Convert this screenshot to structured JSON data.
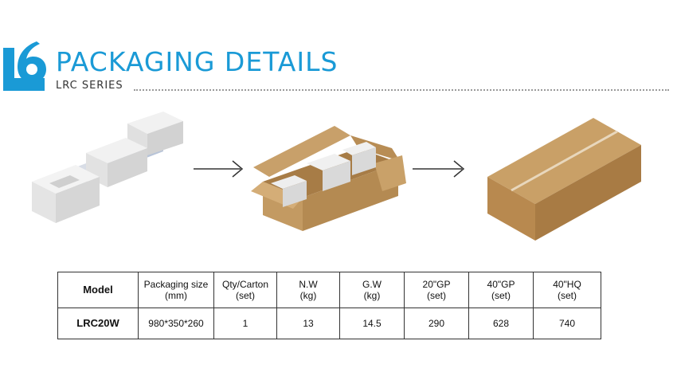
{
  "header": {
    "title": "PACKAGING DETAILS",
    "subtitle": "LRC SERIES",
    "logo_icon": "number-six-badge-icon",
    "accent_color": "#1a9ad6"
  },
  "illustrations": [
    {
      "icon": "foam-packed-light-icon"
    },
    {
      "icon": "arrow-right-icon"
    },
    {
      "icon": "open-carton-box-icon"
    },
    {
      "icon": "arrow-right-icon"
    },
    {
      "icon": "closed-carton-box-icon"
    }
  ],
  "table": {
    "headers": [
      {
        "line1": "Model",
        "line2": ""
      },
      {
        "line1": "Packaging size",
        "line2": "(mm)"
      },
      {
        "line1": "Qty/Carton",
        "line2": "(set)"
      },
      {
        "line1": "N.W",
        "line2": "(kg)"
      },
      {
        "line1": "G.W",
        "line2": "(kg)"
      },
      {
        "line1": "20\"GP",
        "line2": "(set)"
      },
      {
        "line1": "40\"GP",
        "line2": "(set)"
      },
      {
        "line1": "40\"HQ",
        "line2": "(set)"
      }
    ],
    "rows": [
      [
        "LRC20W",
        "980*350*260",
        "1",
        "13",
        "14.5",
        "290",
        "628",
        "740"
      ]
    ]
  }
}
